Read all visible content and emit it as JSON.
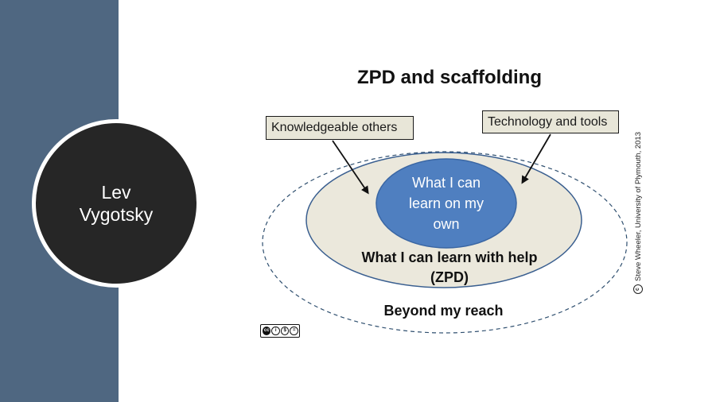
{
  "sidebar": {
    "name_line1": "Lev",
    "name_line2": "Vygotsky"
  },
  "slide": {
    "title": "ZPD and scaffolding",
    "callout_left": "Knowledgeable others",
    "callout_right": "Technology and tools",
    "inner_label": [
      "What I can",
      "learn on my",
      "own"
    ],
    "middle_label": [
      "What I can learn with help",
      "(ZPD)"
    ],
    "outer_label": "Beyond my reach",
    "credit": "Steve Wheeler, University of Plymouth, 2013",
    "colors": {
      "sidebar": "#4f6781",
      "badge": "#262626",
      "inner_circle": "#4f7fc0",
      "middle_ellipse": "#ebe8dc",
      "callout_fill": "#e8e6d8"
    }
  },
  "license_badge": {
    "icon": "creative-commons-by-nc-nd-icon"
  }
}
